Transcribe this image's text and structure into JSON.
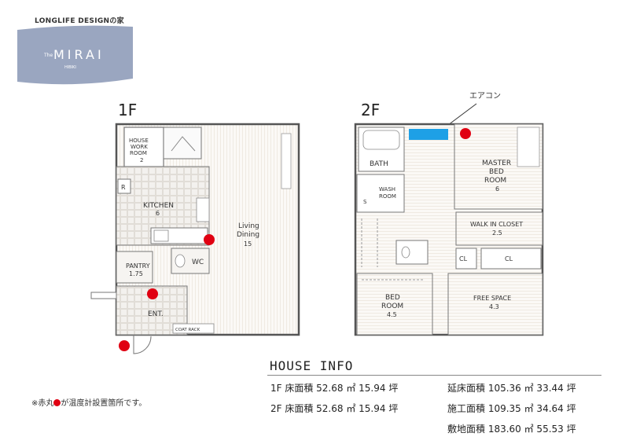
{
  "brand": {
    "tagline": "LONGLIFE DESIGNの家",
    "logo_small": "The",
    "logo_main": "MIRAI",
    "logo_sub": "HIBIKI"
  },
  "floor1": {
    "label": "1F",
    "rooms": {
      "house_work_line1": "HOUSE",
      "house_work_line2": "WORK",
      "house_work_line3": "ROOM",
      "house_work_size": "2",
      "refrigerator": "R",
      "kitchen": "KITCHEN",
      "kitchen_size": "6",
      "living_line1": "Living",
      "living_line2": "Dining",
      "living_size": "15",
      "wc": "WC",
      "pantry": "PANTRY",
      "pantry_size": "1.75",
      "entrance": "ENT.",
      "coat_rack": "COAT RACK"
    }
  },
  "floor2": {
    "label": "2F",
    "aircon_label": "エアコン",
    "rooms": {
      "bath": "BATH",
      "wash_line1": "WASH",
      "wash_line2": "ROOM",
      "wash_s": "S",
      "master_line1": "MASTER",
      "master_line2": "BED",
      "master_line3": "ROOM",
      "master_size": "6",
      "walk_in": "WALK IN CLOSET",
      "walk_in_size": "2.5",
      "cl1": "CL",
      "cl2": "CL",
      "bed_line1": "BED",
      "bed_line2": "ROOM",
      "bed_size": "4.5",
      "free_space": "FREE SPACE",
      "free_size": "4.3"
    }
  },
  "note": {
    "before": "※赤丸",
    "after": "が温度計設置箇所です。"
  },
  "house_info": {
    "title": "HOUSE INFO",
    "rows": [
      "1F 床面積  52.68 ㎡  15.94 坪",
      "2F 床面積  52.68 ㎡  15.94 坪",
      "延床面積  105.36 ㎡  33.44 坪",
      "施工面積  109.35 ㎡  34.64 坪",
      "敷地面積  183.60 ㎡  55.53 坪"
    ]
  },
  "colors": {
    "banner": "#9aa6c0",
    "thermometer": "#e00012",
    "aircon": "#1ea0e6",
    "wall": "#555555",
    "wood": "#d9cbb5"
  }
}
